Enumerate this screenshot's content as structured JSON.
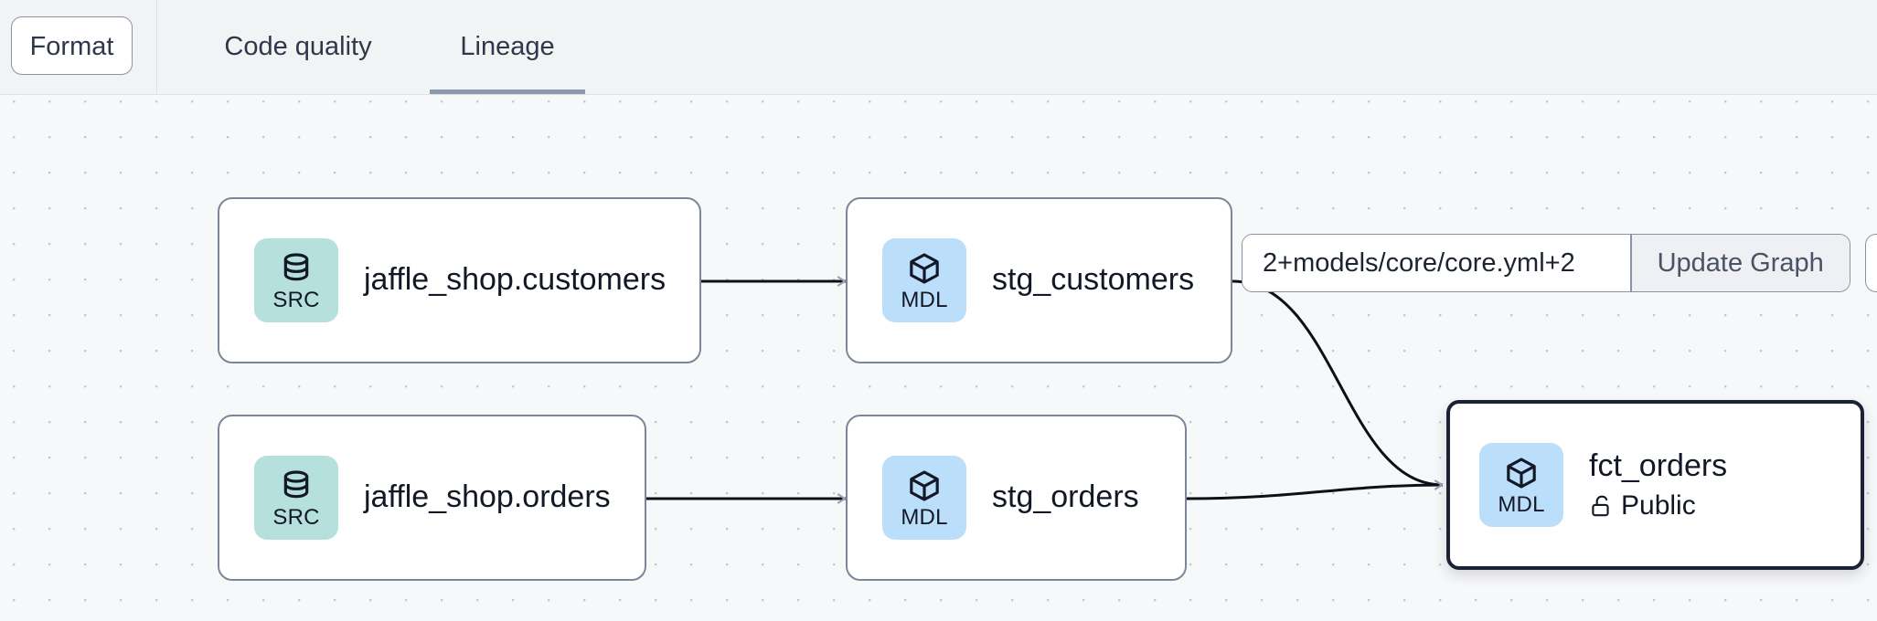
{
  "toolbar": {
    "format_label": "Format",
    "tabs": [
      {
        "label": "Code quality",
        "active": false
      },
      {
        "label": "Lineage",
        "active": true
      }
    ]
  },
  "selector": {
    "input_value": "2+models/core/core.yml+2",
    "input_placeholder": "",
    "update_label": "Update Graph"
  },
  "graph": {
    "nodes": [
      {
        "id": "src_customers",
        "kind": "SRC",
        "title": "jaffle_shop.customers",
        "subtitle": "",
        "selected": false
      },
      {
        "id": "stg_customers",
        "kind": "MDL",
        "title": "stg_customers",
        "subtitle": "",
        "selected": false
      },
      {
        "id": "src_orders",
        "kind": "SRC",
        "title": "jaffle_shop.orders",
        "subtitle": "",
        "selected": false
      },
      {
        "id": "stg_orders",
        "kind": "MDL",
        "title": "stg_orders",
        "subtitle": "",
        "selected": false
      },
      {
        "id": "fct_orders",
        "kind": "MDL",
        "title": "fct_orders",
        "subtitle": "Public",
        "selected": true
      }
    ],
    "edges": [
      {
        "from": "src_customers",
        "to": "stg_customers"
      },
      {
        "from": "src_orders",
        "to": "stg_orders"
      },
      {
        "from": "stg_customers",
        "to": "fct_orders"
      },
      {
        "from": "stg_orders",
        "to": "fct_orders"
      }
    ]
  },
  "colors": {
    "src_badge": "#b5e0dc",
    "mdl_badge": "#bbdffa",
    "node_border": "#7d8699",
    "selected_border": "#1b2233",
    "tab_underline": "#8d99ad",
    "canvas_bg": "#f7f8fa",
    "topbar_bg": "#f1f3f5"
  }
}
